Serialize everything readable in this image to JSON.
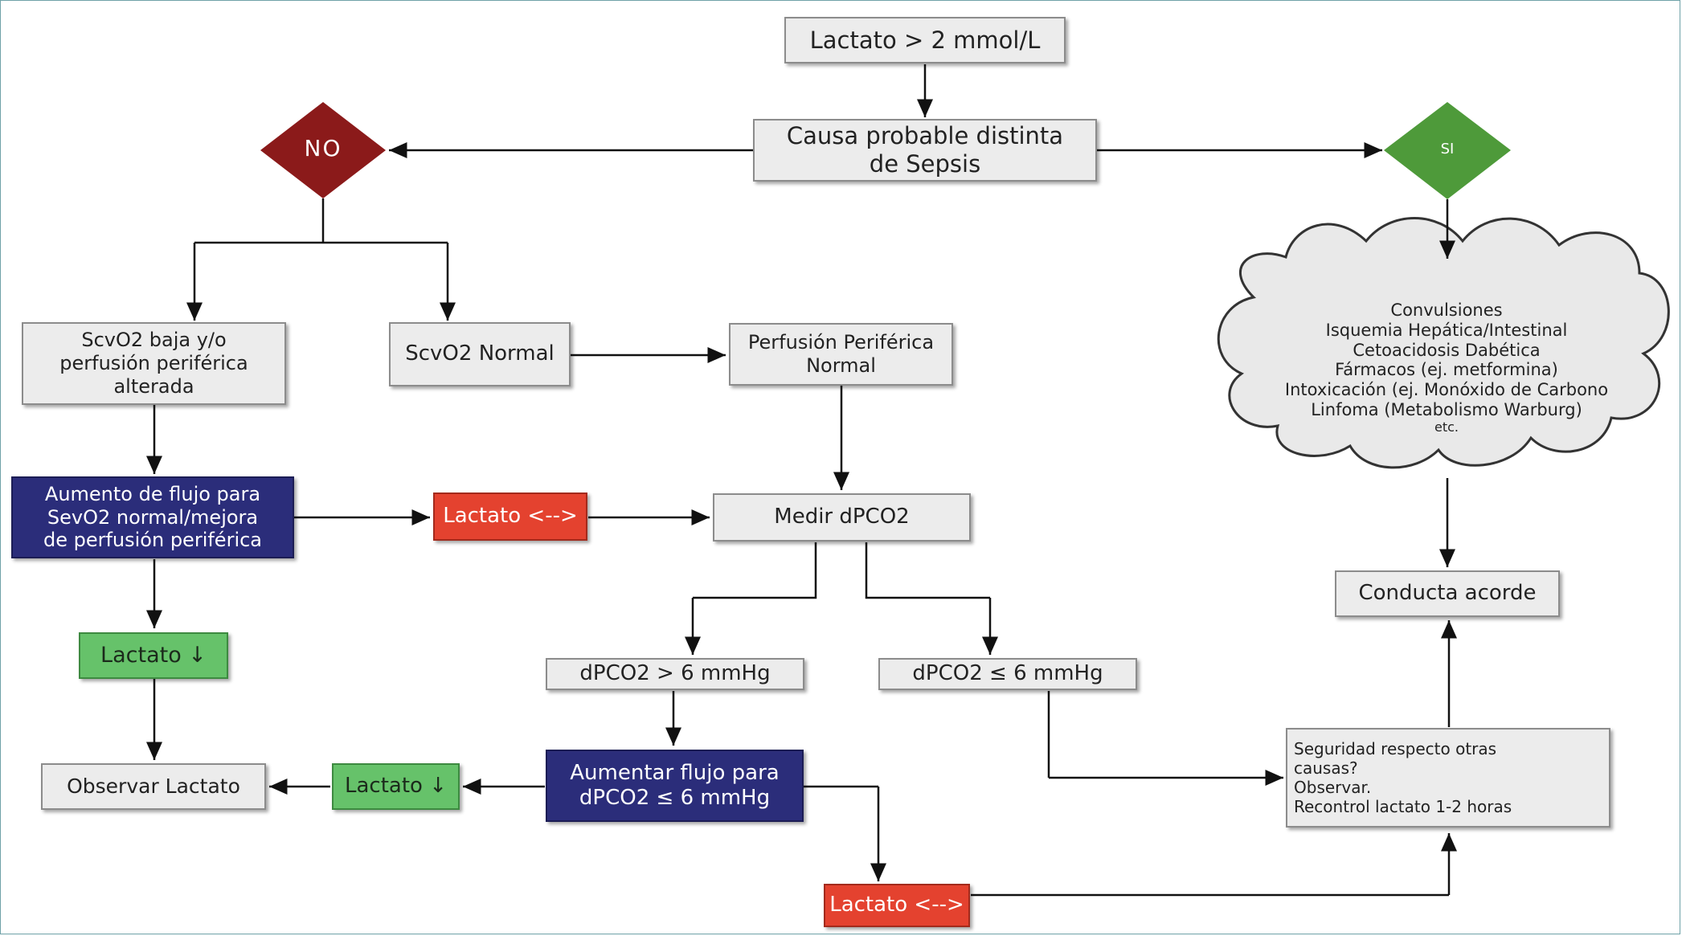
{
  "nodes": {
    "lactato_top": "Lactato > 2 mmol/L",
    "causa_line1": "Causa probable distinta",
    "causa_line2": "de Sepsis",
    "no_label": "NO",
    "si_label": "SI",
    "cloud_lines": [
      "Convulsiones",
      "Isquemia Hepática/Intestinal",
      "Cetoacidosis Dabética",
      "Fármacos (ej. metformina)",
      "Intoxicación (ej. Monóxido de Carbono",
      "Linfoma (Metabolismo Warburg)",
      "etc."
    ],
    "scvo2_baja": [
      "ScvO2 baja y/o",
      "perfusión periférica",
      "alterada"
    ],
    "scvo2_normal": "ScvO2 Normal",
    "perfusion_normal": [
      "Perfusión Periférica",
      "Normal"
    ],
    "aumento_flujo": [
      "Aumento de flujo para",
      "SevO2 normal/mejora",
      "de perfusión periférica"
    ],
    "lactato_igual_1": "Lactato <-->",
    "medir_dpco2": "Medir dPCO2",
    "conducta_acorde": "Conducta acorde",
    "lactato_baja_1": "Lactato ↓",
    "dpco2_mayor": "dPCO2 > 6 mmHg",
    "dpco2_menor": "dPCO2 ≤ 6 mmHg",
    "observar_lactato": "Observar Lactato",
    "lactato_baja_2": "Lactato ↓",
    "aumentar_flujo": [
      "Aumentar flujo para",
      "dPCO2 ≤ 6 mmHg"
    ],
    "seguridad": [
      "Seguridad respecto otras",
      "causas?",
      "Observar.",
      "Recontrol lactato 1-2 horas"
    ],
    "lactato_igual_2": "Lactato <-->"
  },
  "colors": {
    "no_diamond": "#8b1a1a",
    "si_diamond": "#4e9a3a",
    "navy_box": "#2b2d7a",
    "red_box": "#e4422f",
    "green_box": "#66c26a",
    "gray_box": "#ececec"
  }
}
